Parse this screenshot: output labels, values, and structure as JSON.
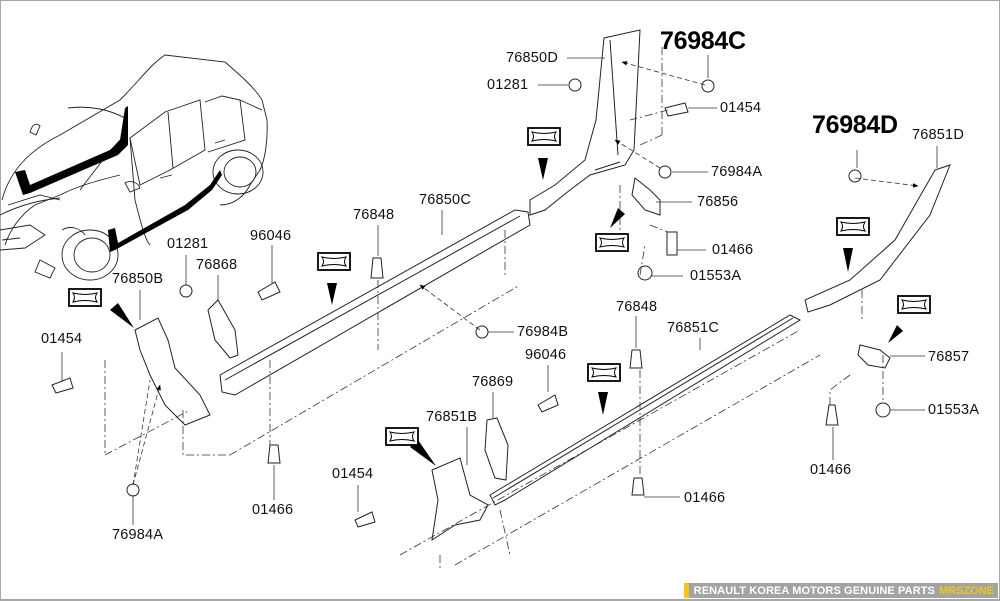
{
  "diagram": {
    "title": "Side sill / pillar trim moulding exploded view",
    "highlight_parts": [
      {
        "id": "callout-76984C",
        "text": "76984C"
      },
      {
        "id": "callout-76984D",
        "text": "76984D"
      }
    ],
    "part_labels": {
      "p76850D": "76850D",
      "p01281_top": "01281",
      "p01454_top": "01454",
      "p76984A_top": "76984A",
      "p76856": "76856",
      "p01466_top": "01466",
      "p01553A_top": "01553A",
      "p76851D": "76851D",
      "p76850C": "76850C",
      "p76848_left": "76848",
      "p96046_left": "96046",
      "p01281_left": "01281",
      "p76868": "76868",
      "p76850B": "76850B",
      "p01454_left": "01454",
      "p76984B": "76984B",
      "p76848_right": "76848",
      "p76851C": "76851C",
      "p96046_mid": "96046",
      "p76869": "76869",
      "p76851B": "76851B",
      "p76857": "76857",
      "p01553A_right": "01553A",
      "p01466_right": "01466",
      "p01466_left": "01466",
      "p76984A_bottom": "76984A",
      "p01454_bottom": "01454",
      "p01466_bottom": "01466"
    }
  },
  "footer": {
    "brand_text": "RENAULT KOREA MOTORS GENUINE PARTS",
    "site_text": "MRSZONE",
    "accent_color": "#f5c518",
    "bar_color": "#a3a3a3"
  }
}
